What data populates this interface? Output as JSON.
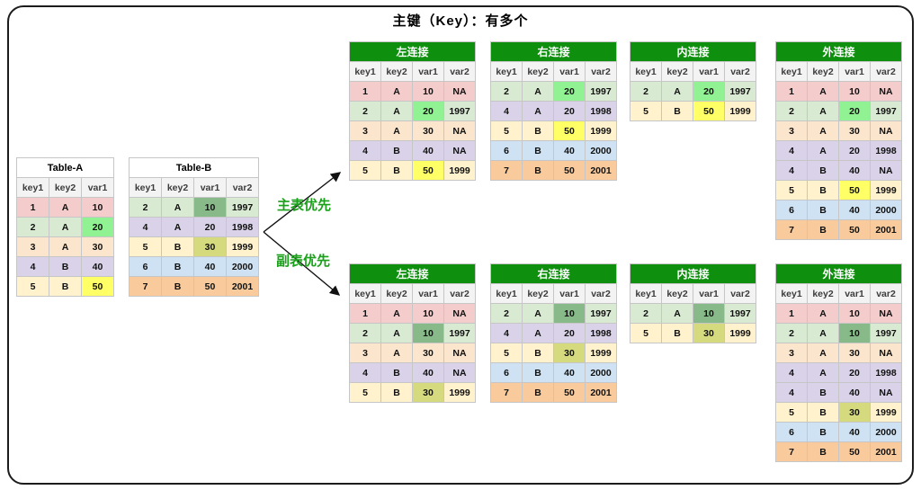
{
  "title": "主键（Key）：有多个",
  "branch_labels": {
    "top": "主表优先",
    "bottom": "副表优先"
  },
  "colors": {
    "header_green": "#0e8f0e",
    "label_green": "#1aa01a",
    "arrow_black": "#111111",
    "pink": "#f4cccc",
    "green": "#d9ead3",
    "orange": "#fce5cd",
    "purple": "#d9d2e9",
    "yellow": "#fff2cc",
    "blue": "#cfe2f3",
    "tan": "#f9cb9c",
    "bright_green": "#90f292",
    "bright_yellow": "#ffff66",
    "dark_green": "#87ba88",
    "olive": "#d5da7f"
  },
  "source_tables": [
    {
      "title": "Table-A",
      "columns": [
        "key1",
        "key2",
        "var1"
      ],
      "rows": [
        {
          "cells": [
            "1",
            "A",
            "10"
          ],
          "colors": [
            "pink",
            "pink",
            "pink"
          ]
        },
        {
          "cells": [
            "2",
            "A",
            "20"
          ],
          "colors": [
            "green",
            "green",
            "bright_green"
          ]
        },
        {
          "cells": [
            "3",
            "A",
            "30"
          ],
          "colors": [
            "orange",
            "orange",
            "orange"
          ]
        },
        {
          "cells": [
            "4",
            "B",
            "40"
          ],
          "colors": [
            "purple",
            "purple",
            "purple"
          ]
        },
        {
          "cells": [
            "5",
            "B",
            "50"
          ],
          "colors": [
            "yellow",
            "yellow",
            "bright_yellow"
          ]
        }
      ]
    },
    {
      "title": "Table-B",
      "columns": [
        "key1",
        "key2",
        "var1",
        "var2"
      ],
      "rows": [
        {
          "cells": [
            "2",
            "A",
            "10",
            "1997"
          ],
          "colors": [
            "green",
            "green",
            "dark_green",
            "green"
          ]
        },
        {
          "cells": [
            "4",
            "A",
            "20",
            "1998"
          ],
          "colors": [
            "purple",
            "purple",
            "purple",
            "purple"
          ]
        },
        {
          "cells": [
            "5",
            "B",
            "30",
            "1999"
          ],
          "colors": [
            "yellow",
            "yellow",
            "olive",
            "yellow"
          ]
        },
        {
          "cells": [
            "6",
            "B",
            "40",
            "2000"
          ],
          "colors": [
            "blue",
            "blue",
            "blue",
            "blue"
          ]
        },
        {
          "cells": [
            "7",
            "B",
            "50",
            "2001"
          ],
          "colors": [
            "tan",
            "tan",
            "tan",
            "tan"
          ]
        }
      ]
    }
  ],
  "result_groups": [
    {
      "label": "主表优先",
      "tables": [
        {
          "title": "左连接",
          "columns": [
            "key1",
            "key2",
            "var1",
            "var2"
          ],
          "rows": [
            {
              "cells": [
                "1",
                "A",
                "10",
                "NA"
              ],
              "colors": [
                "pink",
                "pink",
                "pink",
                "pink"
              ]
            },
            {
              "cells": [
                "2",
                "A",
                "20",
                "1997"
              ],
              "colors": [
                "green",
                "green",
                "bright_green",
                "green"
              ]
            },
            {
              "cells": [
                "3",
                "A",
                "30",
                "NA"
              ],
              "colors": [
                "orange",
                "orange",
                "orange",
                "orange"
              ]
            },
            {
              "cells": [
                "4",
                "B",
                "40",
                "NA"
              ],
              "colors": [
                "purple",
                "purple",
                "purple",
                "purple"
              ]
            },
            {
              "cells": [
                "5",
                "B",
                "50",
                "1999"
              ],
              "colors": [
                "yellow",
                "yellow",
                "bright_yellow",
                "yellow"
              ]
            }
          ]
        },
        {
          "title": "右连接",
          "columns": [
            "key1",
            "key2",
            "var1",
            "var2"
          ],
          "rows": [
            {
              "cells": [
                "2",
                "A",
                "20",
                "1997"
              ],
              "colors": [
                "green",
                "green",
                "bright_green",
                "green"
              ]
            },
            {
              "cells": [
                "4",
                "A",
                "20",
                "1998"
              ],
              "colors": [
                "purple",
                "purple",
                "purple",
                "purple"
              ]
            },
            {
              "cells": [
                "5",
                "B",
                "50",
                "1999"
              ],
              "colors": [
                "yellow",
                "yellow",
                "bright_yellow",
                "yellow"
              ]
            },
            {
              "cells": [
                "6",
                "B",
                "40",
                "2000"
              ],
              "colors": [
                "blue",
                "blue",
                "blue",
                "blue"
              ]
            },
            {
              "cells": [
                "7",
                "B",
                "50",
                "2001"
              ],
              "colors": [
                "tan",
                "tan",
                "tan",
                "tan"
              ]
            }
          ]
        },
        {
          "title": "内连接",
          "columns": [
            "key1",
            "key2",
            "var1",
            "var2"
          ],
          "rows": [
            {
              "cells": [
                "2",
                "A",
                "20",
                "1997"
              ],
              "colors": [
                "green",
                "green",
                "bright_green",
                "green"
              ]
            },
            {
              "cells": [
                "5",
                "B",
                "50",
                "1999"
              ],
              "colors": [
                "yellow",
                "yellow",
                "bright_yellow",
                "yellow"
              ]
            }
          ]
        },
        {
          "title": "外连接",
          "columns": [
            "key1",
            "key2",
            "var1",
            "var2"
          ],
          "rows": [
            {
              "cells": [
                "1",
                "A",
                "10",
                "NA"
              ],
              "colors": [
                "pink",
                "pink",
                "pink",
                "pink"
              ]
            },
            {
              "cells": [
                "2",
                "A",
                "20",
                "1997"
              ],
              "colors": [
                "green",
                "green",
                "bright_green",
                "green"
              ]
            },
            {
              "cells": [
                "3",
                "A",
                "30",
                "NA"
              ],
              "colors": [
                "orange",
                "orange",
                "orange",
                "orange"
              ]
            },
            {
              "cells": [
                "4",
                "A",
                "20",
                "1998"
              ],
              "colors": [
                "purple",
                "purple",
                "purple",
                "purple"
              ]
            },
            {
              "cells": [
                "4",
                "B",
                "40",
                "NA"
              ],
              "colors": [
                "purple",
                "purple",
                "purple",
                "purple"
              ]
            },
            {
              "cells": [
                "5",
                "B",
                "50",
                "1999"
              ],
              "colors": [
                "yellow",
                "yellow",
                "bright_yellow",
                "yellow"
              ]
            },
            {
              "cells": [
                "6",
                "B",
                "40",
                "2000"
              ],
              "colors": [
                "blue",
                "blue",
                "blue",
                "blue"
              ]
            },
            {
              "cells": [
                "7",
                "B",
                "50",
                "2001"
              ],
              "colors": [
                "tan",
                "tan",
                "tan",
                "tan"
              ]
            }
          ]
        }
      ]
    },
    {
      "label": "副表优先",
      "tables": [
        {
          "title": "左连接",
          "columns": [
            "key1",
            "key2",
            "var1",
            "var2"
          ],
          "rows": [
            {
              "cells": [
                "1",
                "A",
                "10",
                "NA"
              ],
              "colors": [
                "pink",
                "pink",
                "pink",
                "pink"
              ]
            },
            {
              "cells": [
                "2",
                "A",
                "10",
                "1997"
              ],
              "colors": [
                "green",
                "green",
                "dark_green",
                "green"
              ]
            },
            {
              "cells": [
                "3",
                "A",
                "30",
                "NA"
              ],
              "colors": [
                "orange",
                "orange",
                "orange",
                "orange"
              ]
            },
            {
              "cells": [
                "4",
                "B",
                "40",
                "NA"
              ],
              "colors": [
                "purple",
                "purple",
                "purple",
                "purple"
              ]
            },
            {
              "cells": [
                "5",
                "B",
                "30",
                "1999"
              ],
              "colors": [
                "yellow",
                "yellow",
                "olive",
                "yellow"
              ]
            }
          ]
        },
        {
          "title": "右连接",
          "columns": [
            "key1",
            "key2",
            "var1",
            "var2"
          ],
          "rows": [
            {
              "cells": [
                "2",
                "A",
                "10",
                "1997"
              ],
              "colors": [
                "green",
                "green",
                "dark_green",
                "green"
              ]
            },
            {
              "cells": [
                "4",
                "A",
                "20",
                "1998"
              ],
              "colors": [
                "purple",
                "purple",
                "purple",
                "purple"
              ]
            },
            {
              "cells": [
                "5",
                "B",
                "30",
                "1999"
              ],
              "colors": [
                "yellow",
                "yellow",
                "olive",
                "yellow"
              ]
            },
            {
              "cells": [
                "6",
                "B",
                "40",
                "2000"
              ],
              "colors": [
                "blue",
                "blue",
                "blue",
                "blue"
              ]
            },
            {
              "cells": [
                "7",
                "B",
                "50",
                "2001"
              ],
              "colors": [
                "tan",
                "tan",
                "tan",
                "tan"
              ]
            }
          ]
        },
        {
          "title": "内连接",
          "columns": [
            "key1",
            "key2",
            "var1",
            "var2"
          ],
          "rows": [
            {
              "cells": [
                "2",
                "A",
                "10",
                "1997"
              ],
              "colors": [
                "green",
                "green",
                "dark_green",
                "green"
              ]
            },
            {
              "cells": [
                "5",
                "B",
                "30",
                "1999"
              ],
              "colors": [
                "yellow",
                "yellow",
                "olive",
                "yellow"
              ]
            }
          ]
        },
        {
          "title": "外连接",
          "columns": [
            "key1",
            "key2",
            "var1",
            "var2"
          ],
          "rows": [
            {
              "cells": [
                "1",
                "A",
                "10",
                "NA"
              ],
              "colors": [
                "pink",
                "pink",
                "pink",
                "pink"
              ]
            },
            {
              "cells": [
                "2",
                "A",
                "10",
                "1997"
              ],
              "colors": [
                "green",
                "green",
                "dark_green",
                "green"
              ]
            },
            {
              "cells": [
                "3",
                "A",
                "30",
                "NA"
              ],
              "colors": [
                "orange",
                "orange",
                "orange",
                "orange"
              ]
            },
            {
              "cells": [
                "4",
                "A",
                "20",
                "1998"
              ],
              "colors": [
                "purple",
                "purple",
                "purple",
                "purple"
              ]
            },
            {
              "cells": [
                "4",
                "B",
                "40",
                "NA"
              ],
              "colors": [
                "purple",
                "purple",
                "purple",
                "purple"
              ]
            },
            {
              "cells": [
                "5",
                "B",
                "30",
                "1999"
              ],
              "colors": [
                "yellow",
                "yellow",
                "olive",
                "yellow"
              ]
            },
            {
              "cells": [
                "6",
                "B",
                "40",
                "2000"
              ],
              "colors": [
                "blue",
                "blue",
                "blue",
                "blue"
              ]
            },
            {
              "cells": [
                "7",
                "B",
                "50",
                "2001"
              ],
              "colors": [
                "tan",
                "tan",
                "tan",
                "tan"
              ]
            }
          ]
        }
      ]
    }
  ]
}
